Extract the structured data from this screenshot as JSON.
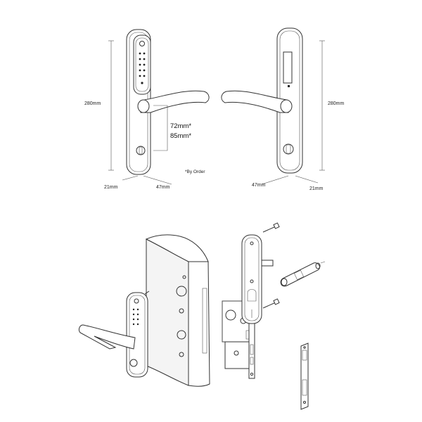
{
  "front_view": {
    "height_label": "280mm",
    "width_label": "21mm",
    "depth_label": "47mm",
    "option_label_1": "72mm*",
    "option_label_2": "85mm*",
    "note_label": "*By Order"
  },
  "back_view": {
    "height_label": "280mm",
    "depth_label": "47mm",
    "width_label": "21mm"
  }
}
